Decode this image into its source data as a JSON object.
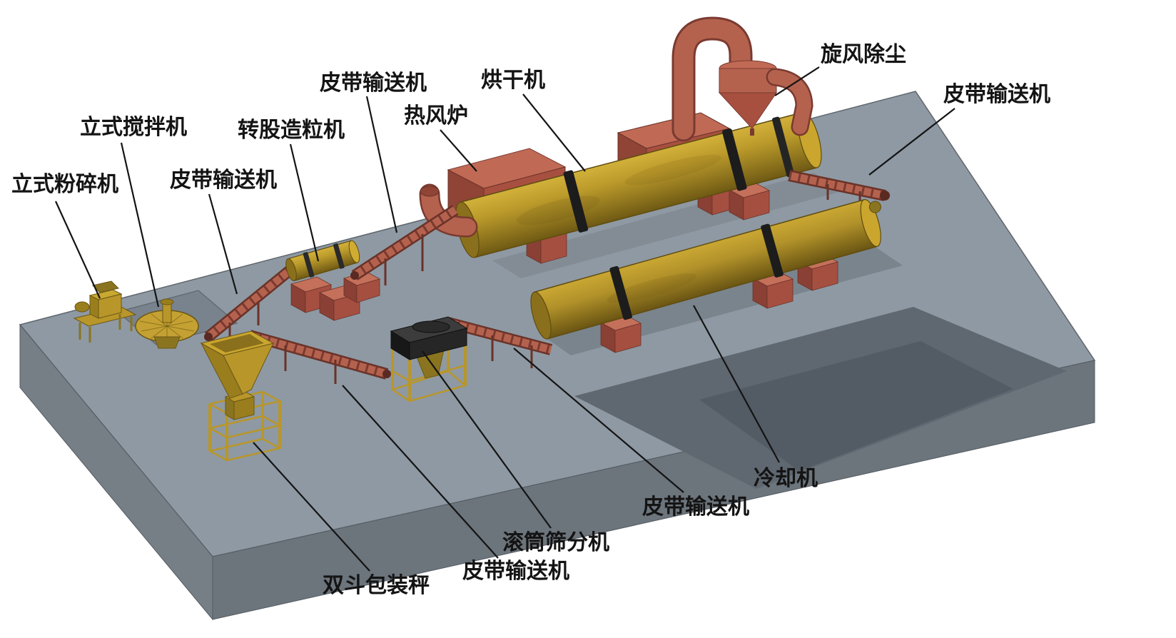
{
  "diagram": {
    "type": "3d-production-line-diagram",
    "background": "#ffffff",
    "colors": {
      "platform_top": "#8e99a3",
      "platform_left_face": "#767e86",
      "platform_front_face": "#6c747c",
      "machine_yellow": "#b8962a",
      "machine_red": "#b4624e",
      "support_block_red": "#c4705a",
      "ring_black": "#1c1c1c",
      "label_color": "#141414"
    },
    "labels": [
      {
        "id": "vertical-crusher",
        "text": "立式粉碎机"
      },
      {
        "id": "vertical-mixer",
        "text": "立式搅拌机"
      },
      {
        "id": "belt-conveyor-1",
        "text": "皮带输送机"
      },
      {
        "id": "rotary-drum-granulator",
        "text": "转股造粒机"
      },
      {
        "id": "belt-conveyor-2",
        "text": "皮带输送机"
      },
      {
        "id": "hot-blast-stove",
        "text": "热风炉"
      },
      {
        "id": "dryer",
        "text": "烘干机"
      },
      {
        "id": "cyclone-dust-collector",
        "text": "旋风除尘"
      },
      {
        "id": "belt-conveyor-3",
        "text": "皮带输送机"
      },
      {
        "id": "cooler",
        "text": "冷却机"
      },
      {
        "id": "belt-conveyor-4",
        "text": "皮带输送机"
      },
      {
        "id": "drum-screener",
        "text": "滚筒筛分机"
      },
      {
        "id": "belt-conveyor-5",
        "text": "皮带输送机"
      },
      {
        "id": "double-hopper-packing-scale",
        "text": "双斗包装秤"
      }
    ]
  }
}
